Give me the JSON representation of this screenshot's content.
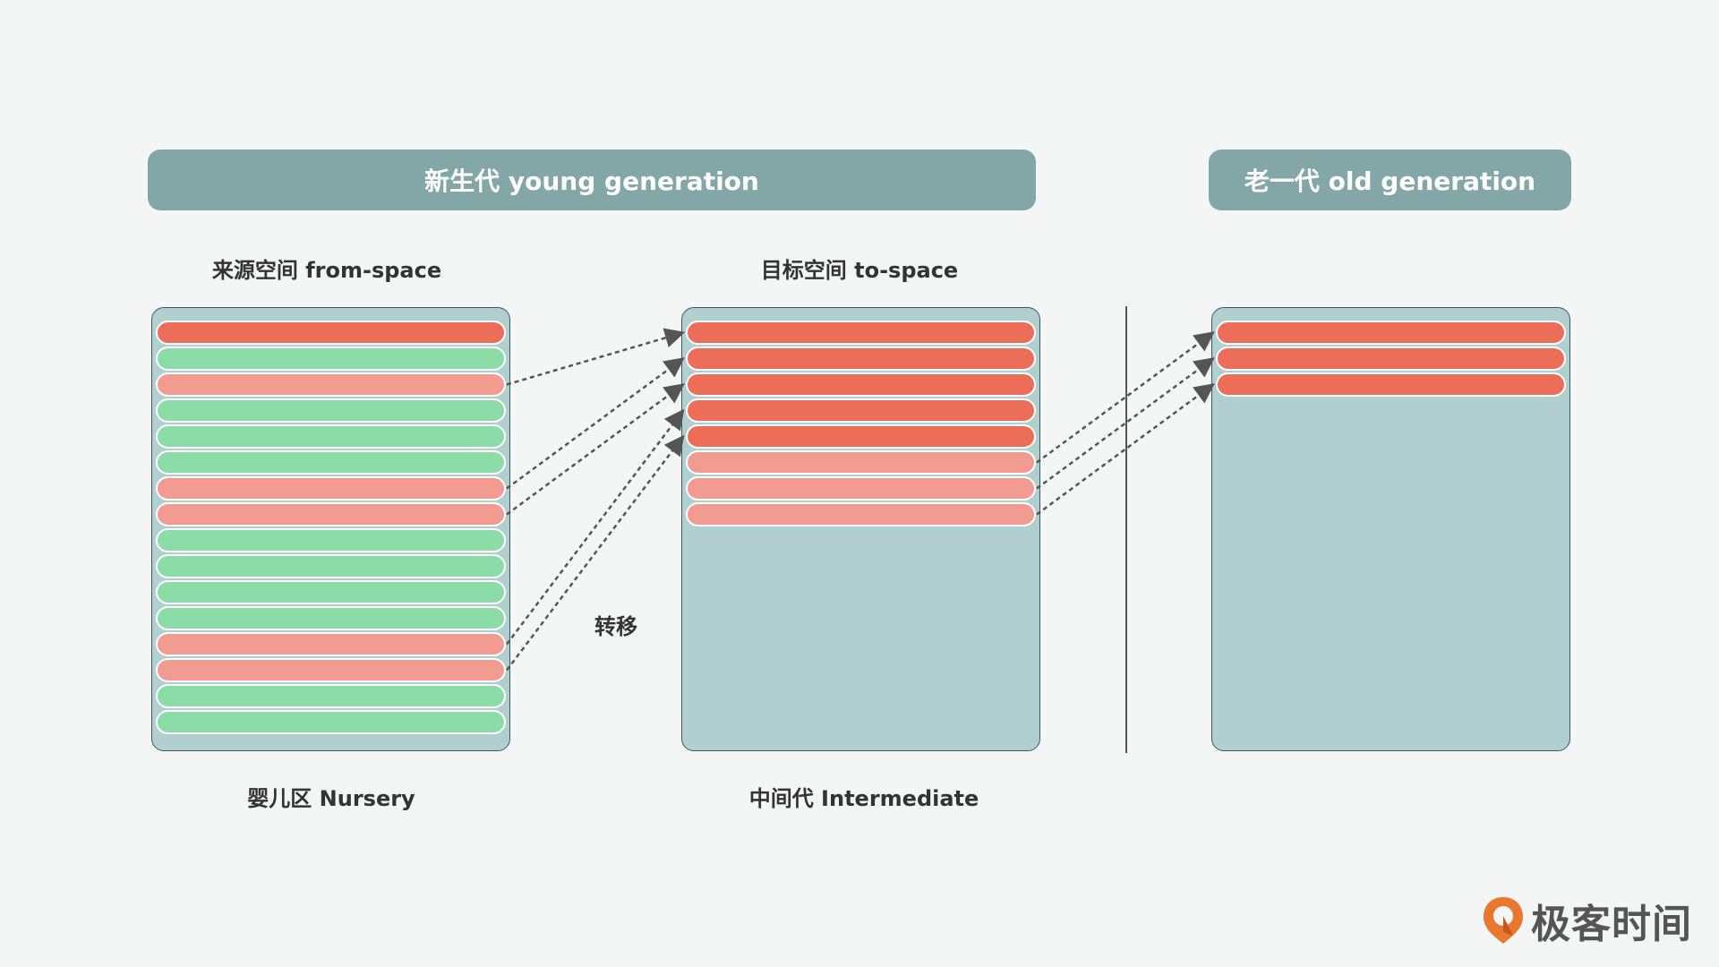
{
  "header": {
    "young_generation": "新生代 young generation",
    "old_generation": "老一代 old generation"
  },
  "labels": {
    "from_space": "来源空间 from-space",
    "to_space": "目标空间 to-space",
    "nursery": "婴儿区 Nursery",
    "intermediate": "中间代 Intermediate",
    "transfer": "转移"
  },
  "brand": {
    "name": "极客时间"
  },
  "colors": {
    "banner": "#83a7a7",
    "panel": "#b1cfcf",
    "panel_border": "#3c5a5a",
    "dead_object": "#ec6e58",
    "live_object": "#f29c91",
    "free_slot": "#8bdca7",
    "arrow": "#555555"
  },
  "legend_states": {
    "dead": "dead_object",
    "live": "live_object",
    "free": "free_slot"
  },
  "nursery": {
    "slots": [
      "dead",
      "free",
      "live",
      "free",
      "free",
      "free",
      "live",
      "live",
      "free",
      "free",
      "free",
      "free",
      "live",
      "live",
      "free",
      "free"
    ]
  },
  "intermediate": {
    "slots": [
      "dead",
      "dead",
      "dead",
      "dead",
      "dead",
      "live",
      "live",
      "live"
    ]
  },
  "old": {
    "slots": [
      "dead",
      "dead",
      "dead"
    ]
  },
  "transfers": [
    {
      "from": "nursery",
      "from_slot": 2,
      "to": "intermediate",
      "to_slot": 0
    },
    {
      "from": "nursery",
      "from_slot": 6,
      "to": "intermediate",
      "to_slot": 1
    },
    {
      "from": "nursery",
      "from_slot": 7,
      "to": "intermediate",
      "to_slot": 2
    },
    {
      "from": "nursery",
      "from_slot": 12,
      "to": "intermediate",
      "to_slot": 3
    },
    {
      "from": "nursery",
      "from_slot": 13,
      "to": "intermediate",
      "to_slot": 4
    },
    {
      "from": "intermediate",
      "from_slot": 5,
      "to": "old",
      "to_slot": 0
    },
    {
      "from": "intermediate",
      "from_slot": 6,
      "to": "old",
      "to_slot": 1
    },
    {
      "from": "intermediate",
      "from_slot": 7,
      "to": "old",
      "to_slot": 2
    }
  ]
}
